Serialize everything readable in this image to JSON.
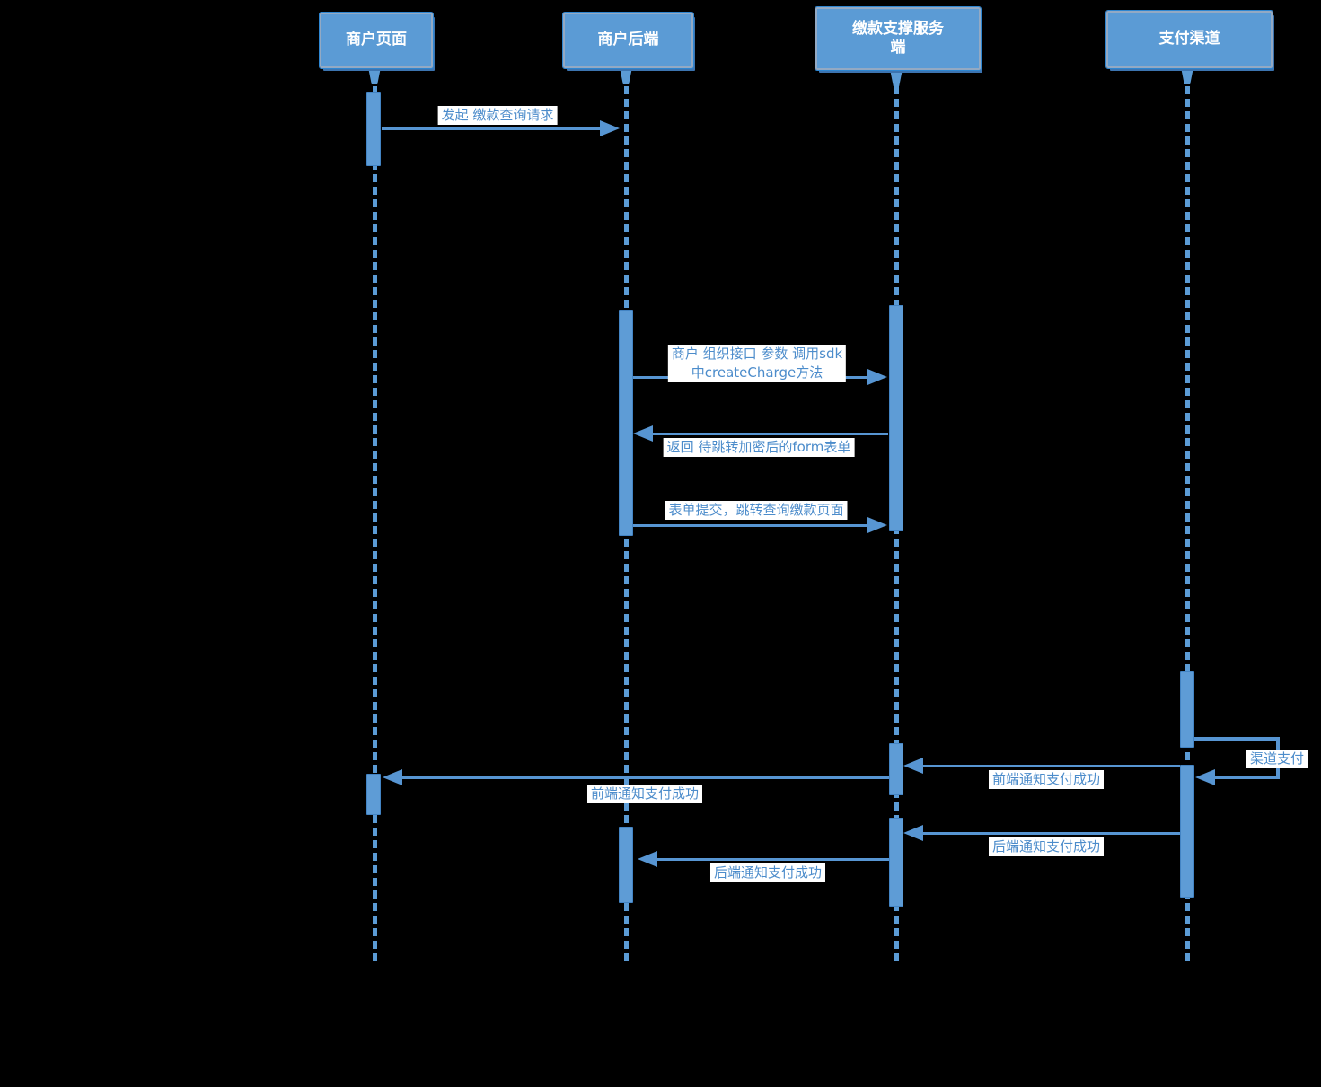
{
  "diagram": {
    "type": "sequence-diagram",
    "participants": [
      {
        "name": "商户页面"
      },
      {
        "name": "商户后端"
      },
      {
        "name": "缴款支撑服务端"
      },
      {
        "name": "支付渠道"
      }
    ],
    "messages": [
      {
        "label": "发起 缴款查询请求",
        "from": "商户页面",
        "to": "商户后端"
      },
      {
        "label": "商户 组织接口 参数 调用sdk 中createCharge方法",
        "line1": "商户 组织接口 参数 调用sdk",
        "line2": "中createCharge方法",
        "from": "商户后端",
        "to": "缴款支撑服务端"
      },
      {
        "label": "返回 待跳转加密后的form表单",
        "from": "缴款支撑服务端",
        "to": "商户后端"
      },
      {
        "label": "表单提交，跳转查询缴款页面",
        "from": "商户后端",
        "to": "缴款支撑服务端"
      },
      {
        "label": "渠道支付",
        "from": "支付渠道",
        "to": "支付渠道",
        "self": true
      },
      {
        "label": "前端通知支付成功",
        "from": "支付渠道",
        "to": "缴款支撑服务端"
      },
      {
        "label": "前端通知支付成功",
        "from": "缴款支撑服务端",
        "to": "商户页面"
      },
      {
        "label": "后端通知支付成功",
        "from": "支付渠道",
        "to": "缴款支撑服务端"
      },
      {
        "label": "后端通知支付成功",
        "from": "缴款支撑服务端",
        "to": "商户后端"
      }
    ],
    "colors": {
      "background": "#000000",
      "accent": "#5B9BD5",
      "box_fill": "#5B9BD5",
      "box_border": "#93A9C3",
      "box_text": "#FFFFFF",
      "line": "#5795D2",
      "label_text": "#4C8CCB",
      "label_background": "#FFFFFF"
    }
  }
}
